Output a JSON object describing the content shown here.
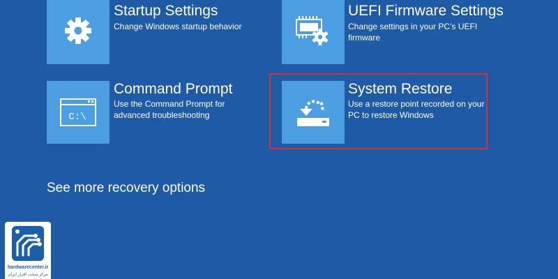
{
  "options": [
    {
      "title": "Startup Settings",
      "description": "Change Windows startup behavior",
      "icon": "gear-icon"
    },
    {
      "title": "UEFI Firmware Settings",
      "description": "Change settings in your PC’s UEFI firmware",
      "icon": "chip-gear-icon"
    },
    {
      "title": "Command Prompt",
      "description": "Use the Command Prompt for advanced troubleshooting",
      "icon": "command-prompt-icon",
      "icon_text": "C:\\"
    },
    {
      "title": "System Restore",
      "description": "Use a restore point recorded on your PC to restore Windows",
      "icon": "restore-drive-icon"
    }
  ],
  "more_options_label": "See more recovery options",
  "watermark": {
    "url": "hardwarecenter.ir",
    "subtitle": "مرکز سخت افزار ایران",
    "icon": "circuit-logo-icon"
  },
  "colors": {
    "background": "#1f5aa7",
    "tile": "#4a9ee1",
    "highlight": "#d9303d",
    "logo_accent": "#1b5fa8"
  }
}
